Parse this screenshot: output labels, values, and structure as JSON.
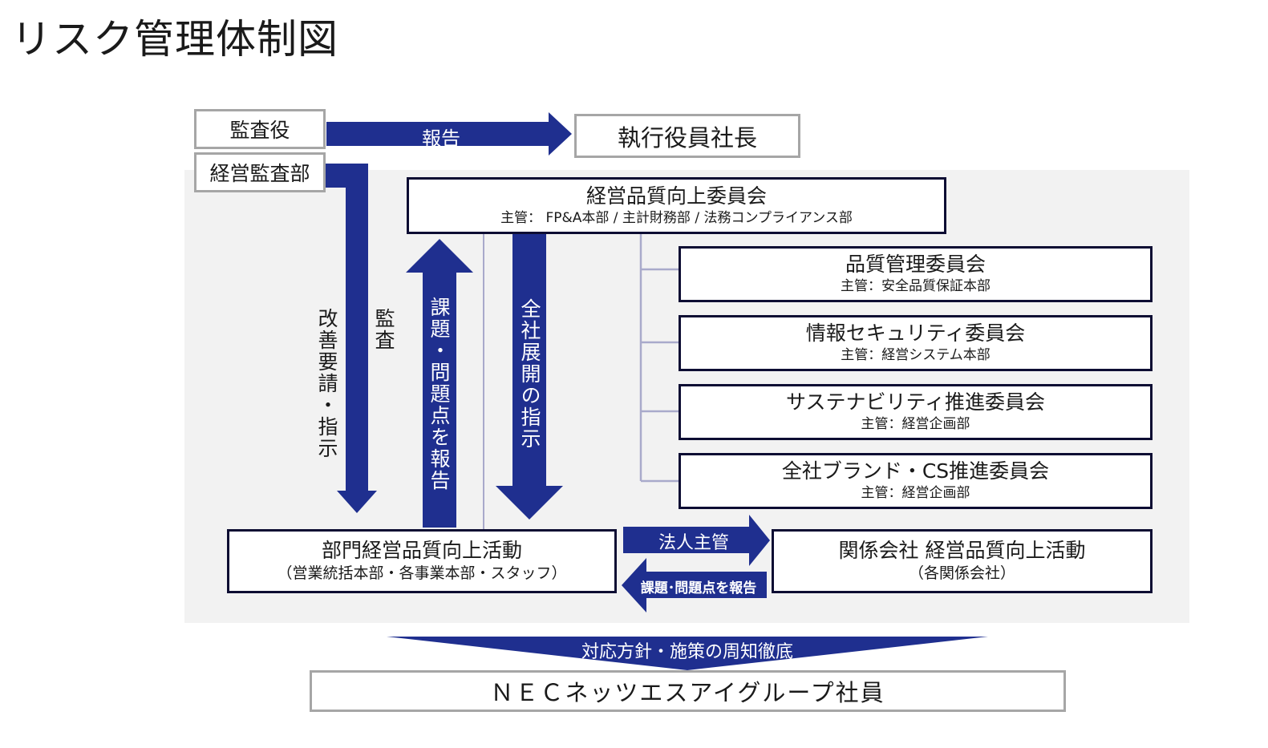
{
  "page_title": "リスク管理体制図",
  "colors": {
    "arrow": "#1f2f8f",
    "box_border": "#0d0d33",
    "grey_border": "#a6a6a6",
    "connector": "#a9aacb",
    "shade": "#f2f2f2"
  },
  "auditor": "監査役",
  "audit_dept": "経営監査部",
  "president": "執行役員社長",
  "report_label": "報告",
  "committee": {
    "title": "経営品質向上委員会",
    "sub": "主管： FP&A本部 / 主計財務部 / 法務コンプライアンス部"
  },
  "subcommittees": [
    {
      "title": "品質管理委員会",
      "sub": "主管：安全品質保証本部"
    },
    {
      "title": "情報セキュリティ委員会",
      "sub": "主管：経営システム本部"
    },
    {
      "title": "サステナビリティ推進委員会",
      "sub": "主管：経営企画部"
    },
    {
      "title": "全社ブランド・CS推進委員会",
      "sub": "主管：経営企画部"
    }
  ],
  "vertical_labels": {
    "improve": "改善要請・指示",
    "audit": "監査",
    "report_issues": "課題・問題点を報告",
    "companywide": "全社展開の指示"
  },
  "dept_activity": {
    "title": "部門経営品質向上活動",
    "sub": "（営業統括本部・各事業本部・スタッフ）"
  },
  "affiliate_activity": {
    "title": "関係会社 経営品質向上活動",
    "sub": "（各関係会社）"
  },
  "corp_label": "法人主管",
  "affiliate_report_label": "課題･問題点を報告",
  "policy_label": "対応方針・施策の周知徹底",
  "employees": "ＮＥＣネッツエスアイグループ社員"
}
